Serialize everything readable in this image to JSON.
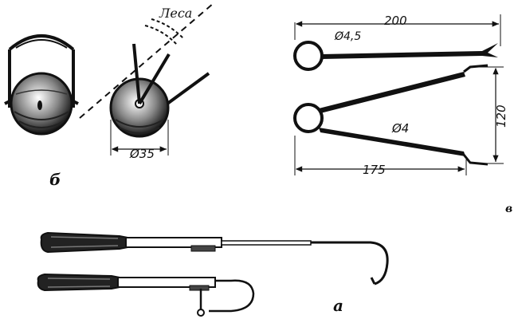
{
  "labels": {
    "line": "Леса",
    "fig_b": "б",
    "fig_v": "в",
    "fig_a": "а"
  },
  "dimensions": {
    "ball_diameter": "Ø35",
    "wire_top_diameter": "Ø4,5",
    "wire_bottom_diameter": "Ø4",
    "total_length": "200",
    "span_length": "175",
    "height": "120"
  },
  "colors": {
    "ink": "#111111",
    "paper": "#ffffff"
  }
}
